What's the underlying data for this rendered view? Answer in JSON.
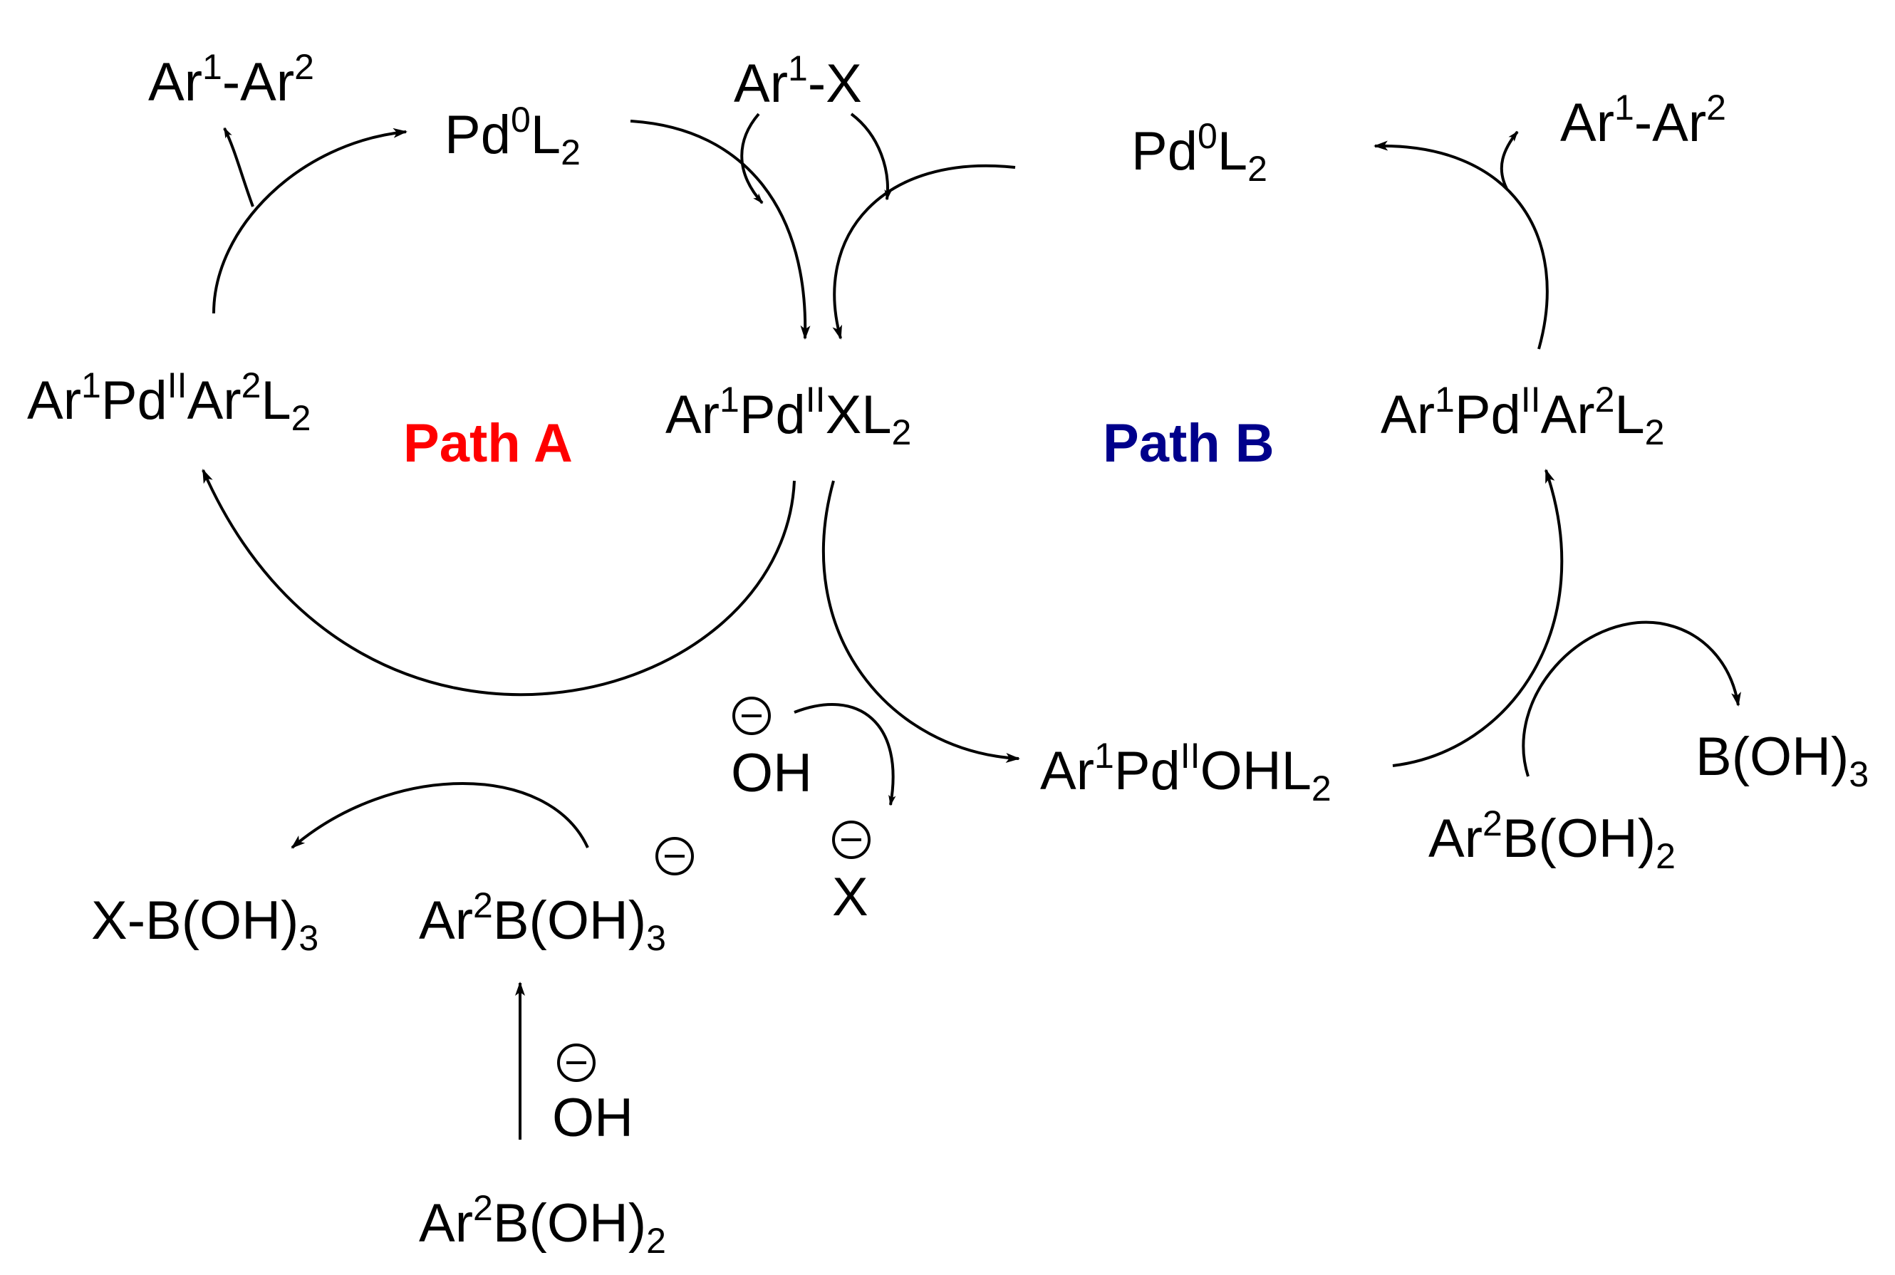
{
  "colors": {
    "path_a": "#ff0000",
    "path_b": "#00008b",
    "ink": "#000000"
  },
  "path_a": {
    "label": "Path A",
    "pd0": {
      "base": "Pd",
      "sup": "0",
      "mid": "L",
      "sub": "2"
    },
    "product": {
      "a": "Ar",
      "s1": "1",
      "b": "-Ar",
      "s2": "2"
    },
    "ar1_x": {
      "a": "Ar",
      "s1": "1",
      "b": "-X"
    },
    "oxidative_complex": {
      "a": "Ar",
      "s1": "1",
      "b": "Pd",
      "s2": "II",
      "c": "XL",
      "s3": "2"
    },
    "trans_complex": {
      "a": "Ar",
      "s1": "1",
      "b": "Pd",
      "s2": "II",
      "c": "Ar",
      "s3": "2",
      "d": "L",
      "s4": "2"
    },
    "borate": {
      "a": "Ar",
      "s1": "2",
      "b": "B(OH)",
      "s2": "3"
    },
    "boronic_acid": {
      "a": "Ar",
      "s1": "2",
      "b": "B(OH)",
      "s2": "2"
    },
    "byproduct": {
      "a": "X-B(OH)",
      "s1": "3"
    },
    "hydroxide": "OH"
  },
  "path_b": {
    "label": "Path B",
    "pd0": {
      "base": "Pd",
      "sup": "0",
      "mid": "L",
      "sub": "2"
    },
    "product": {
      "a": "Ar",
      "s1": "1",
      "b": "-Ar",
      "s2": "2"
    },
    "trans_complex": {
      "a": "Ar",
      "s1": "1",
      "b": "Pd",
      "s2": "II",
      "c": "Ar",
      "s3": "2",
      "d": "L",
      "s4": "2"
    },
    "hydroxo_complex": {
      "a": "Ar",
      "s1": "1",
      "b": "Pd",
      "s2": "II",
      "c": "OHL",
      "s3": "2"
    },
    "boronic_acid": {
      "a": "Ar",
      "s1": "2",
      "b": "B(OH)",
      "s2": "2"
    },
    "byproduct": {
      "a": "B(OH)",
      "s1": "3"
    },
    "hydroxide": "OH",
    "halide": "X"
  },
  "icons": [
    "negative-charge-icon",
    "arrow-icon"
  ]
}
